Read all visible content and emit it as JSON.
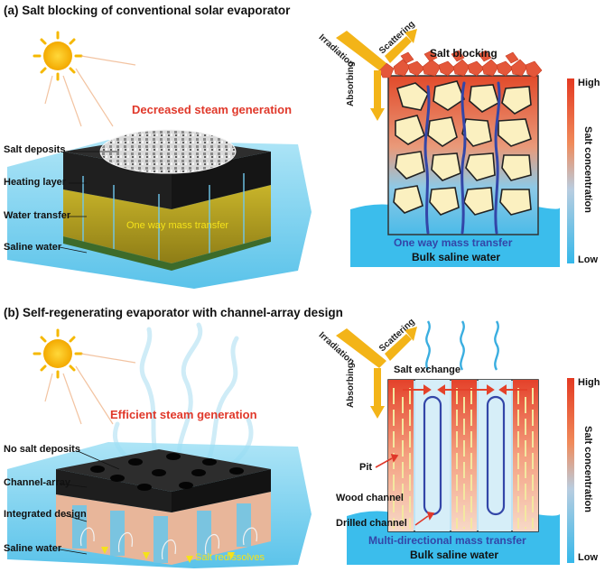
{
  "panel_a": {
    "tag": "(a)",
    "title": "Salt blocking of conventional solar evaporator",
    "steam_text": "Decreased steam generation",
    "layer_labels": [
      "Salt deposits",
      "Heating layer",
      "Water transfer",
      "Saline water"
    ],
    "mass_transfer_left": "One way mass transfer",
    "irradiation": "Irradiation",
    "scattering": "Scattering",
    "absorbing": "Absorbing",
    "salt_blocking": "Salt blocking",
    "mass_transfer_right": "One way mass transfer",
    "bulk_water": "Bulk saline water",
    "scale_high": "High",
    "scale_low": "Low",
    "scale_label": "Salt concentration"
  },
  "panel_b": {
    "tag": "(b)",
    "title": "Self-regenerating evaporator with channel-array design",
    "steam_text": "Efficient steam generation",
    "layer_labels": [
      "No salt deposits",
      "Channel-array",
      "Integrated design",
      "Saline water"
    ],
    "redissolve_text": "Salt redissolves",
    "irradiation": "Irradiation",
    "scattering": "Scattering",
    "absorbing": "Absorbing",
    "salt_exchange": "Salt exchange",
    "pit": "Pit",
    "wood_channel": "Wood channel",
    "drilled_channel": "Drilled channel",
    "mass_transfer": "Multi-directional mass transfer",
    "bulk_water": "Bulk saline water",
    "scale_high": "High",
    "scale_low": "Low",
    "scale_label": "Salt concentration"
  },
  "colors": {
    "sun": "#f5b800",
    "water": "#29b8e8",
    "salt_red": "#e0382a",
    "navy": "#3346a8",
    "grain": "#fbf0c0"
  }
}
